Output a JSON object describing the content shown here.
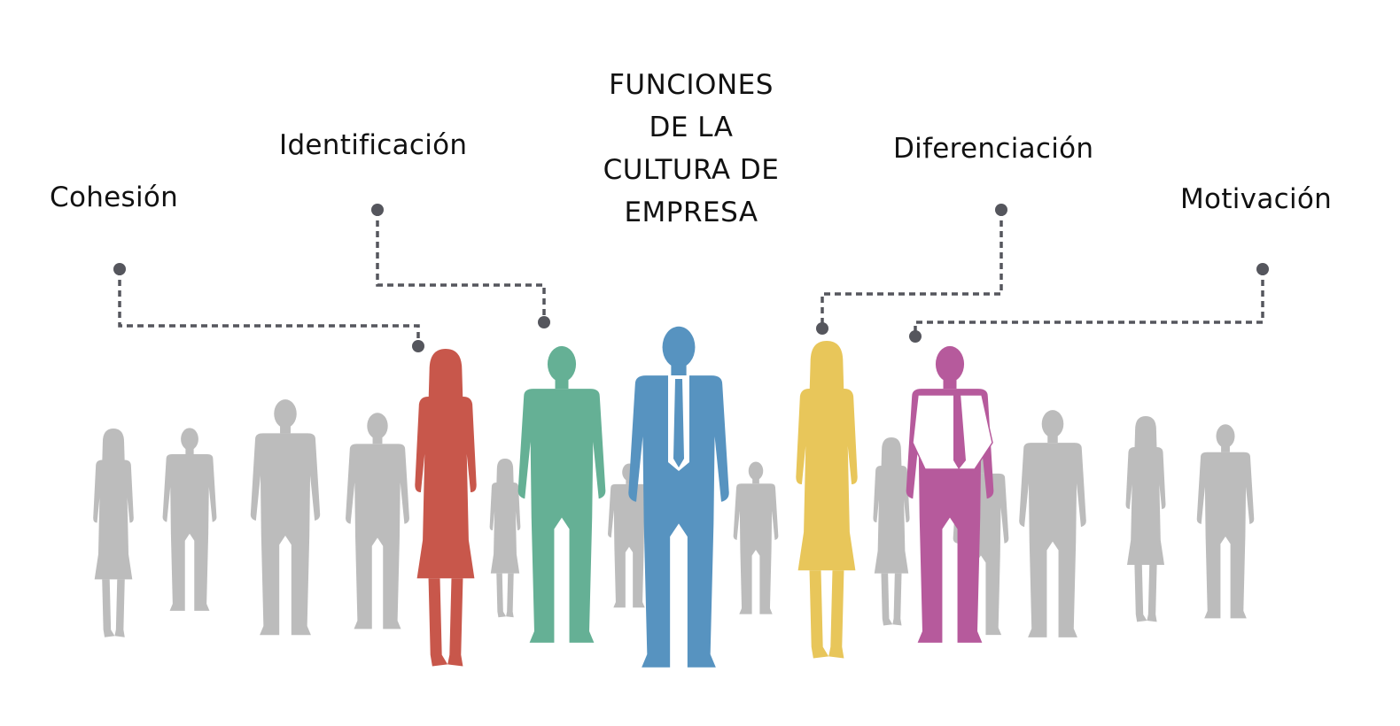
{
  "title_lines": [
    "FUNCIONES",
    "DE LA",
    "CULTURA DE",
    "EMPRESA"
  ],
  "functions": [
    {
      "label": "Cohesión",
      "color": "#c8574b"
    },
    {
      "label": "Identificación",
      "color": "#65b095"
    },
    {
      "label": "Diferenciación",
      "color": "#e8c65a"
    },
    {
      "label": "Motivación",
      "color": "#b65a9c"
    }
  ],
  "colors": {
    "center_figure": "#5793c0",
    "crowd": "#bcbcbc",
    "connector": "#55565d",
    "text": "#111111"
  }
}
